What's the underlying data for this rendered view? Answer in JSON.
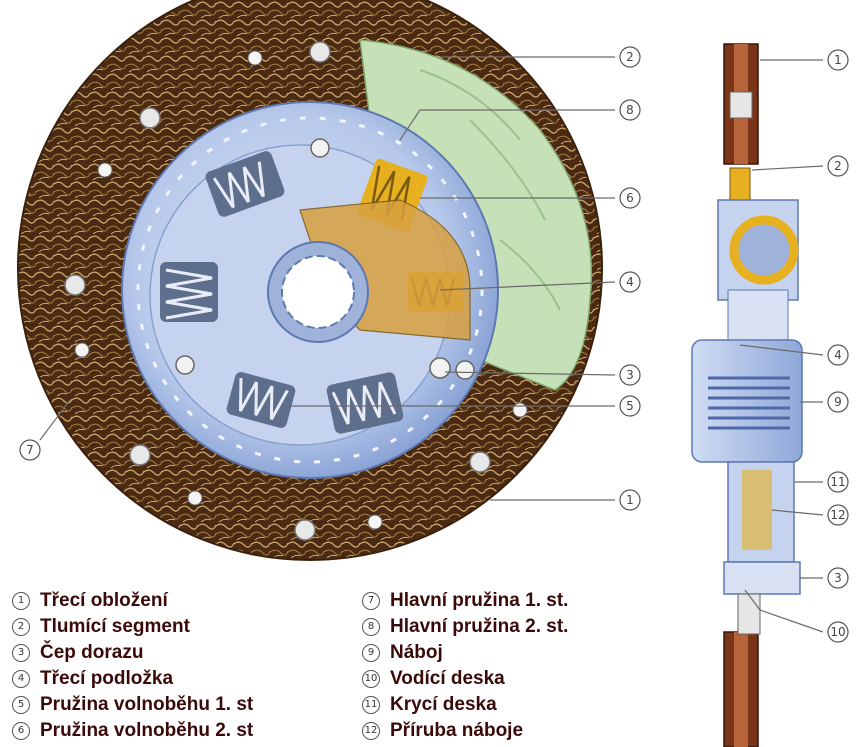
{
  "diagram": {
    "callouts": {
      "disc": [
        "2",
        "8",
        "6",
        "4",
        "3",
        "5",
        "1",
        "7"
      ],
      "section": [
        "1",
        "2",
        "4",
        "9",
        "11",
        "12",
        "3",
        "10"
      ]
    },
    "legend_left": [
      {
        "num": "1",
        "label": "Třecí obložení"
      },
      {
        "num": "2",
        "label": "Tlumící segment"
      },
      {
        "num": "3",
        "label": "Čep dorazu"
      },
      {
        "num": "4",
        "label": "Třecí podložka"
      },
      {
        "num": "5",
        "label": "Pružina volnoběhu 1. st"
      },
      {
        "num": "6",
        "label": "Pružina volnoběhu 2. st"
      }
    ],
    "legend_right": [
      {
        "num": "7",
        "label": "Hlavní pružina 1. st."
      },
      {
        "num": "8",
        "label": "Hlavní pružina 2. st."
      },
      {
        "num": "9",
        "label": "Náboj"
      },
      {
        "num": "10",
        "label": "Vodící deska"
      },
      {
        "num": "11",
        "label": "Krycí deska"
      },
      {
        "num": "12",
        "label": "Příruba náboje"
      }
    ],
    "colors": {
      "lining_dark": "#4a2a12",
      "lining_light": "#c9a36a",
      "plate_blue": "#8fa8d8",
      "plate_light": "#c8d6f0",
      "segment_green": "#c6e0b8",
      "spring_gold": "#e6b020",
      "hub_blue": "#a9bfe8",
      "text_dark": "#3a0a0a"
    }
  }
}
